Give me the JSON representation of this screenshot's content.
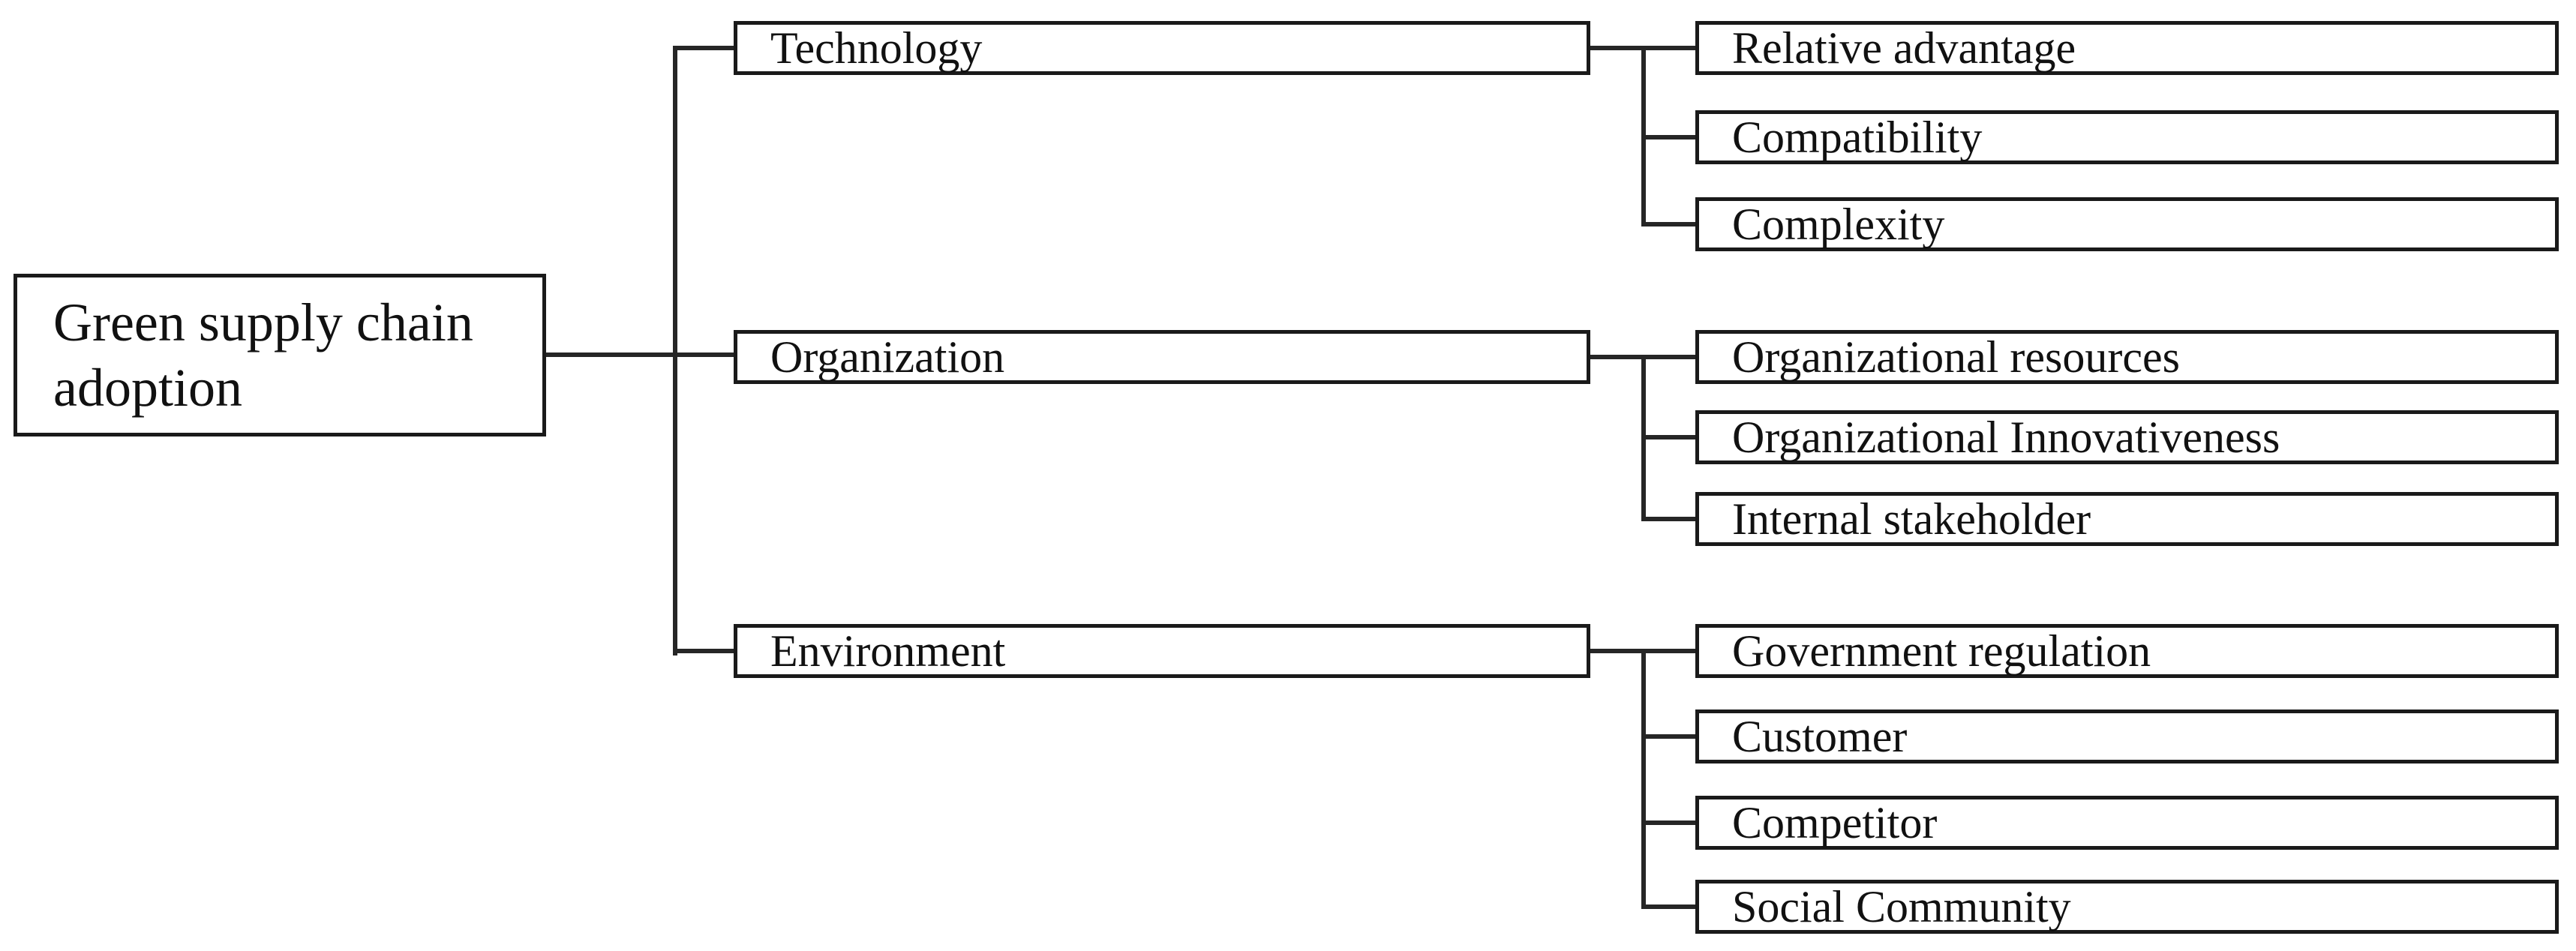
{
  "diagram": {
    "root": {
      "label": "Green supply chain adoption"
    },
    "branches": [
      {
        "label": "Technology",
        "children": [
          {
            "label": "Relative advantage"
          },
          {
            "label": "Compatibility"
          },
          {
            "label": "Complexity"
          }
        ]
      },
      {
        "label": "Organization",
        "children": [
          {
            "label": "Organizational resources"
          },
          {
            "label": "Organizational Innovativeness"
          },
          {
            "label": "Internal stakeholder"
          }
        ]
      },
      {
        "label": "Environment",
        "children": [
          {
            "label": "Government regulation"
          },
          {
            "label": "Customer"
          },
          {
            "label": "Competitor"
          },
          {
            "label": "Social Community"
          }
        ]
      }
    ],
    "colors": {
      "background": "#ffffff",
      "box_border": "#1a1a1a",
      "connector": "#262626",
      "text": "#111111"
    }
  }
}
